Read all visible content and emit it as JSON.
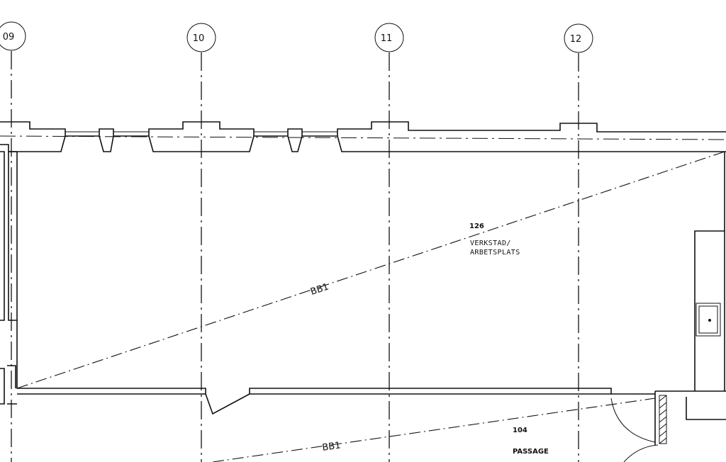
{
  "grid_axes": [
    {
      "label": "09"
    },
    {
      "label": "10"
    },
    {
      "label": "11"
    },
    {
      "label": "12"
    }
  ],
  "rooms": [
    {
      "number": "126",
      "name_line1": "VERKSTAD/",
      "name_line2": "ARBETSPLATS"
    },
    {
      "number": "104",
      "name_line1": "PASSAGE"
    }
  ],
  "section_marks": [
    {
      "label": "BB1"
    },
    {
      "label": "BB1"
    }
  ]
}
